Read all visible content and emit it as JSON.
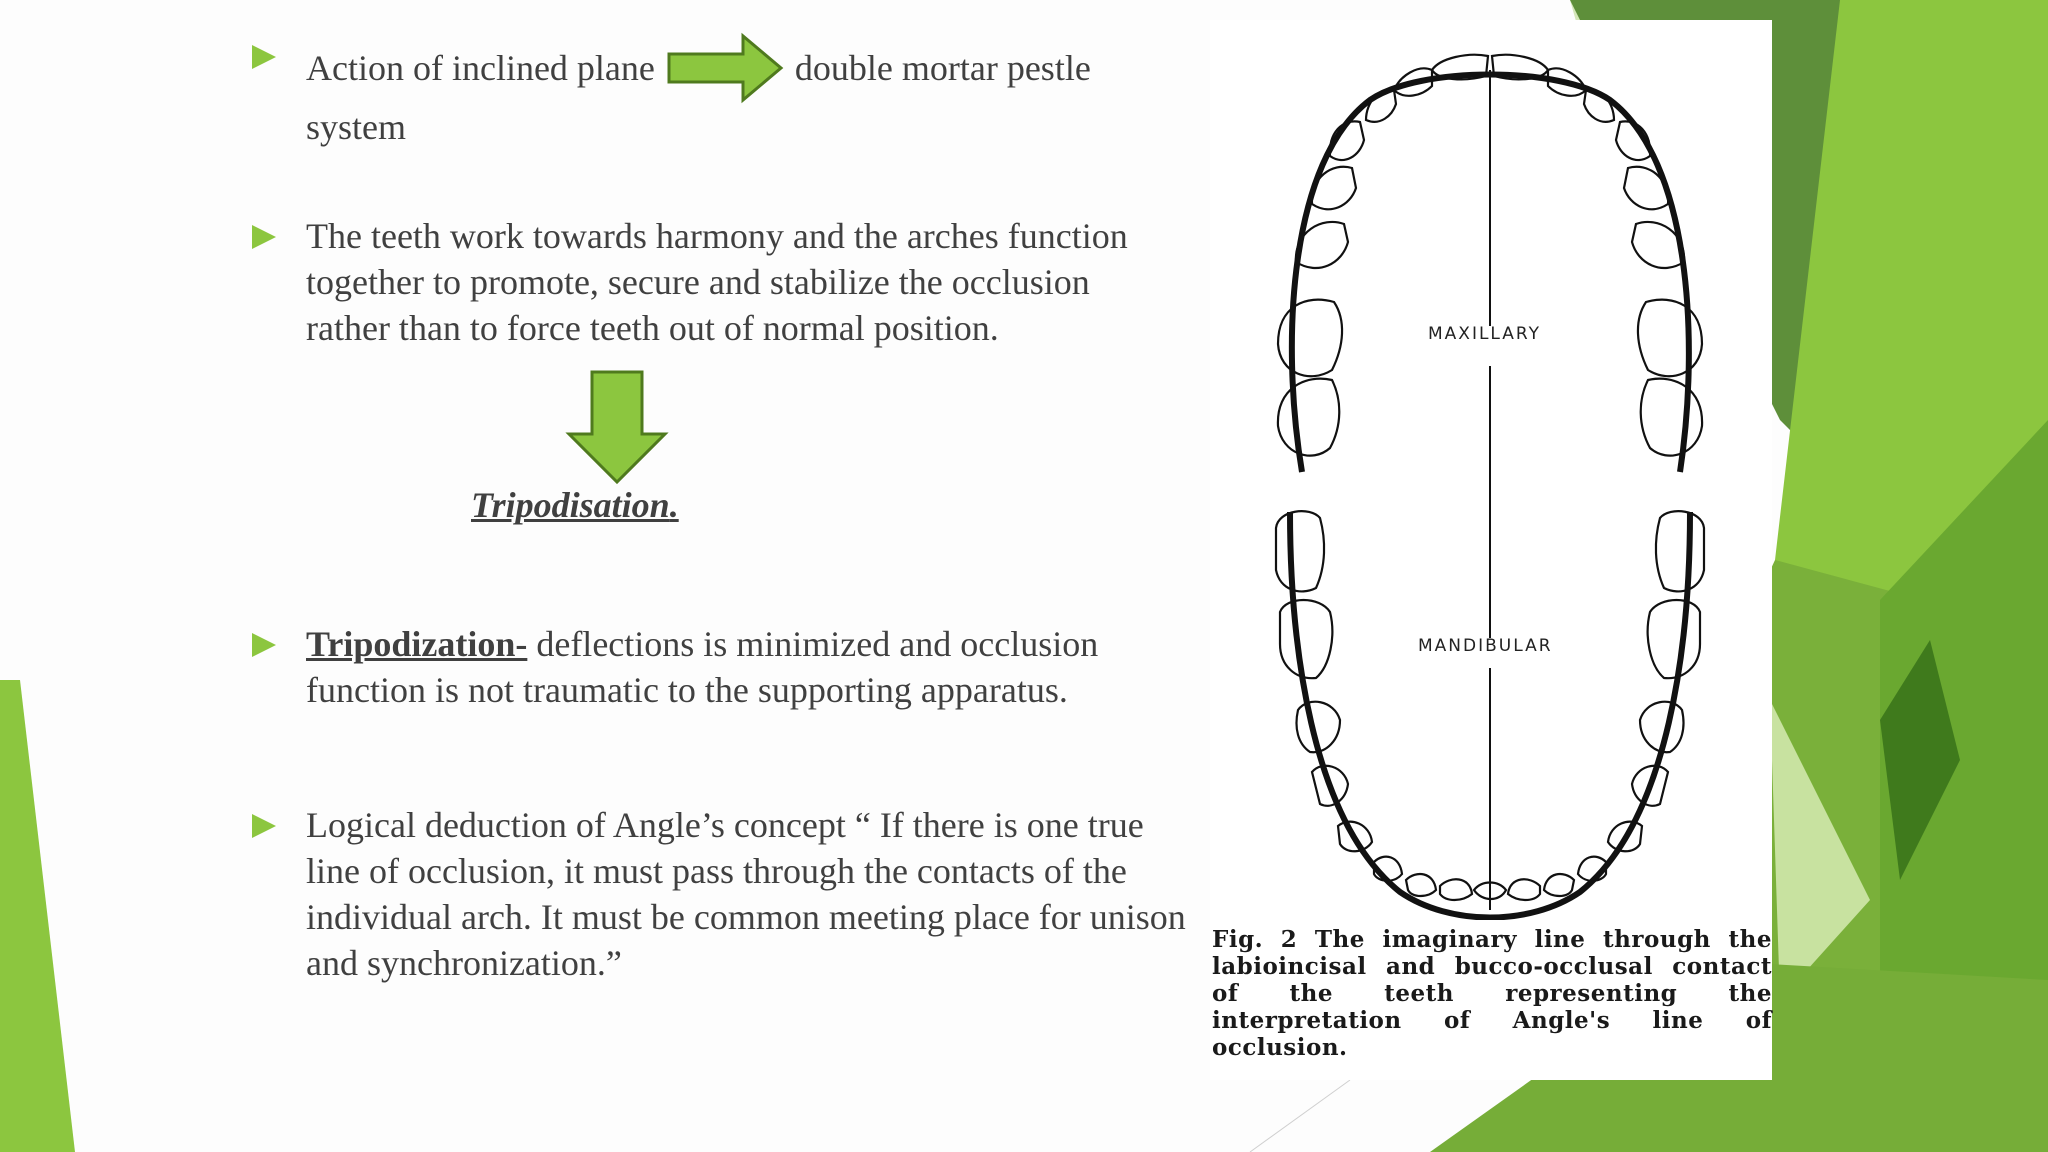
{
  "slide": {
    "bullet1": {
      "before": "Action of inclined plane",
      "after": "double mortar pestle",
      "line2": "system"
    },
    "bullet2": {
      "text": "The teeth work towards harmony and the arches function together to promote, secure and stabilize the occlusion rather than to force teeth out of normal position."
    },
    "tripodisation": "Tripodisation",
    "tripodisation_dot": ".",
    "bullet3": {
      "term": "Tripodization-",
      "text": " deflections is minimized and occlusion function is not traumatic to the supporting apparatus."
    },
    "bullet4": {
      "text": "Logical deduction of Angle’s concept “ If there is one true line of occlusion, it must pass through the contacts of the individual arch. It must be common meeting place for unison and synchronization.”"
    }
  },
  "figure": {
    "maxillary_label": "MAXILLARY",
    "mandibular_label": "MANDIBULAR",
    "caption": "Fig. 2  The imaginary line through the labioincisal and bucco-occlusal contact of the teeth representing the interpretation of Angle's line of occlusion."
  },
  "icons": {
    "bullet": "triangle-bullet-icon",
    "right_arrow": "right-arrow-icon",
    "down_arrow": "down-arrow-icon"
  },
  "colors": {
    "accent": "#8cc63f",
    "text": "#404040",
    "arrow_stroke": "#4f7a1e"
  }
}
